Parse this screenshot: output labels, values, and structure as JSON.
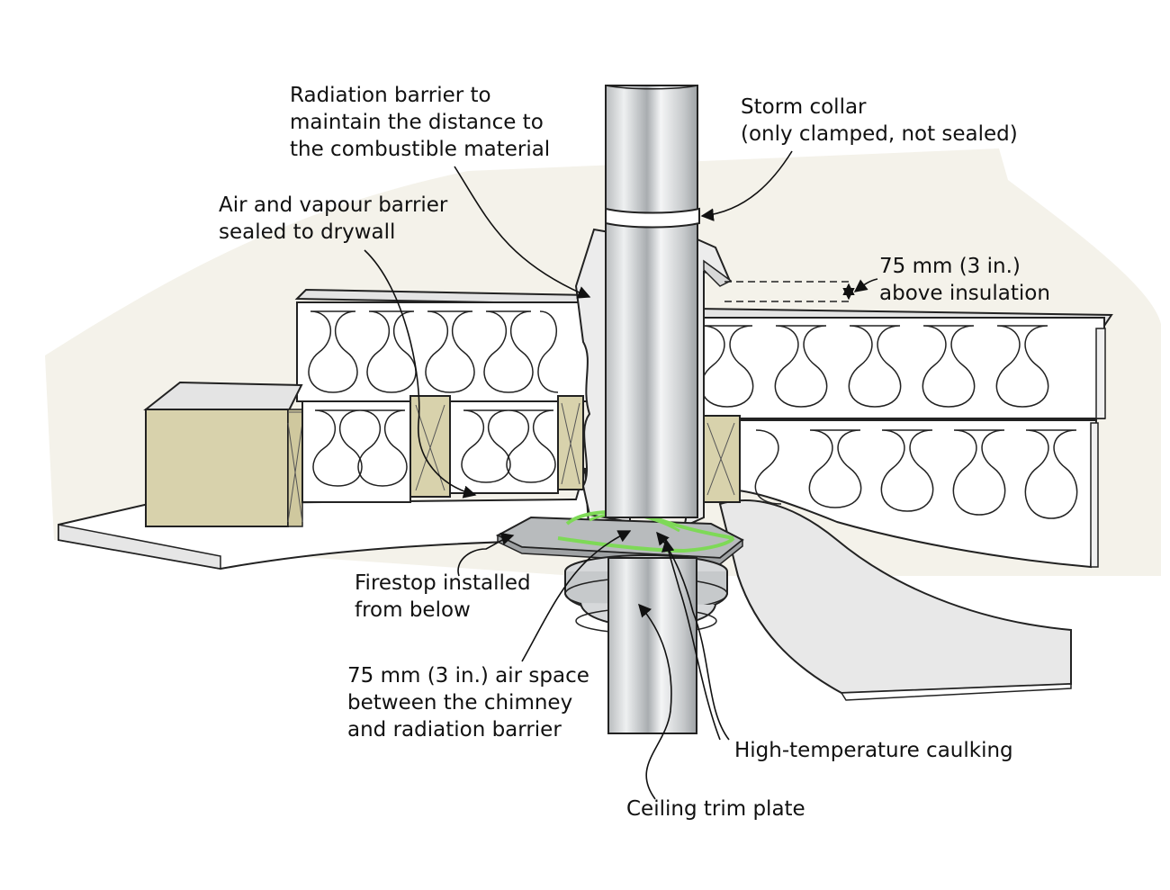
{
  "colors": {
    "background_panel": "#f4f2ea",
    "insulation_face": "#ffffff",
    "wood_block": "#d8d2ac",
    "chimney_metal": "#cfd2d4",
    "caulking": "#7ed957",
    "outline": "#222222"
  },
  "labels": {
    "radiation_barrier": [
      "Radiation barrier to",
      "maintain the distance to",
      "the combustible material"
    ],
    "storm_collar": [
      "Storm collar",
      "(only clamped, not sealed)"
    ],
    "air_vapour_barrier": [
      "Air and vapour barrier",
      "sealed to drywall"
    ],
    "clearance": [
      "75 mm (3 in.)",
      "above insulation"
    ],
    "firestop": [
      "Firestop installed",
      "from below"
    ],
    "air_space": [
      "75 mm (3 in.) air space",
      "between the chimney",
      "and radiation barrier"
    ],
    "caulking": [
      "High-temperature caulking"
    ],
    "trim_plate": [
      "Ceiling trim plate"
    ]
  }
}
